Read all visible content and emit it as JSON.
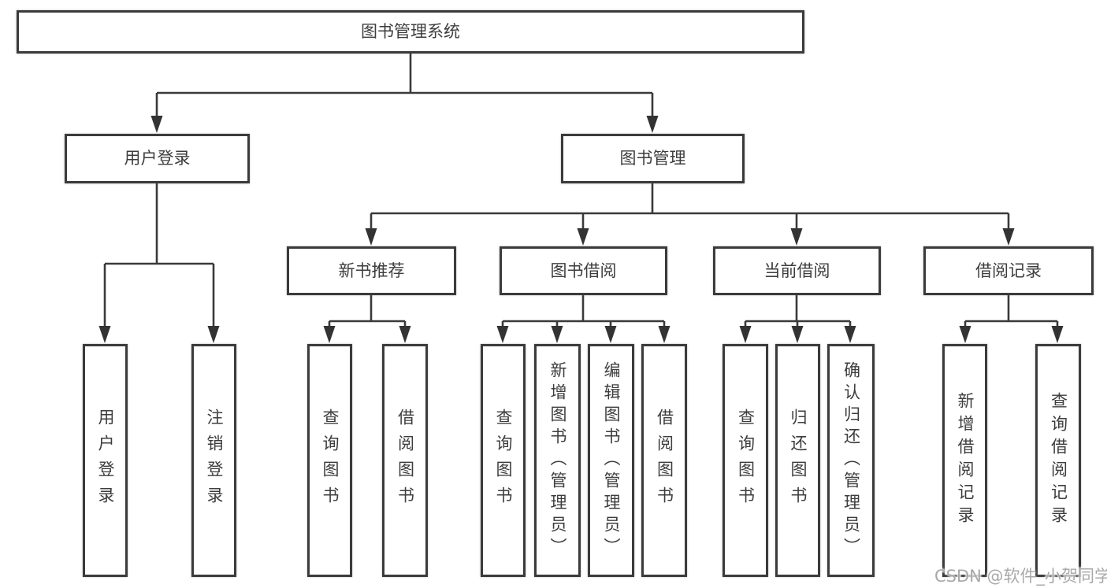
{
  "diagram": {
    "root": {
      "label": "图书管理系统"
    },
    "level2": [
      {
        "label": "用户登录"
      },
      {
        "label": "图书管理"
      }
    ],
    "level3": [
      {
        "label": "新书推荐"
      },
      {
        "label": "图书借阅"
      },
      {
        "label": "当前借阅"
      },
      {
        "label": "借阅记录"
      }
    ],
    "leaves": [
      {
        "label": "用户登录",
        "parent": "用户登录"
      },
      {
        "label": "注销登录",
        "parent": "用户登录"
      },
      {
        "label": "查询图书",
        "parent": "新书推荐"
      },
      {
        "label": "借阅图书",
        "parent": "新书推荐"
      },
      {
        "label": "查询图书",
        "parent": "图书借阅"
      },
      {
        "label": "新增图书（管理员）",
        "parent": "图书借阅"
      },
      {
        "label": "编辑图书（管理员）",
        "parent": "图书借阅"
      },
      {
        "label": "借阅图书",
        "parent": "图书借阅"
      },
      {
        "label": "查询图书",
        "parent": "当前借阅"
      },
      {
        "label": "归还图书",
        "parent": "当前借阅"
      },
      {
        "label": "确认归还（管理员）",
        "parent": "当前借阅"
      },
      {
        "label": "新增借阅记录",
        "parent": "借阅记录"
      },
      {
        "label": "查询借阅记录",
        "parent": "借阅记录"
      }
    ]
  },
  "watermark": {
    "text": "CSDN @软件_小贺同学"
  },
  "colors": {
    "line": "#3a3a3a",
    "box_border": "#3b3b3b",
    "text": "#3d3d3d",
    "watermark": "#a9a9a9",
    "background": "#ffffff"
  }
}
